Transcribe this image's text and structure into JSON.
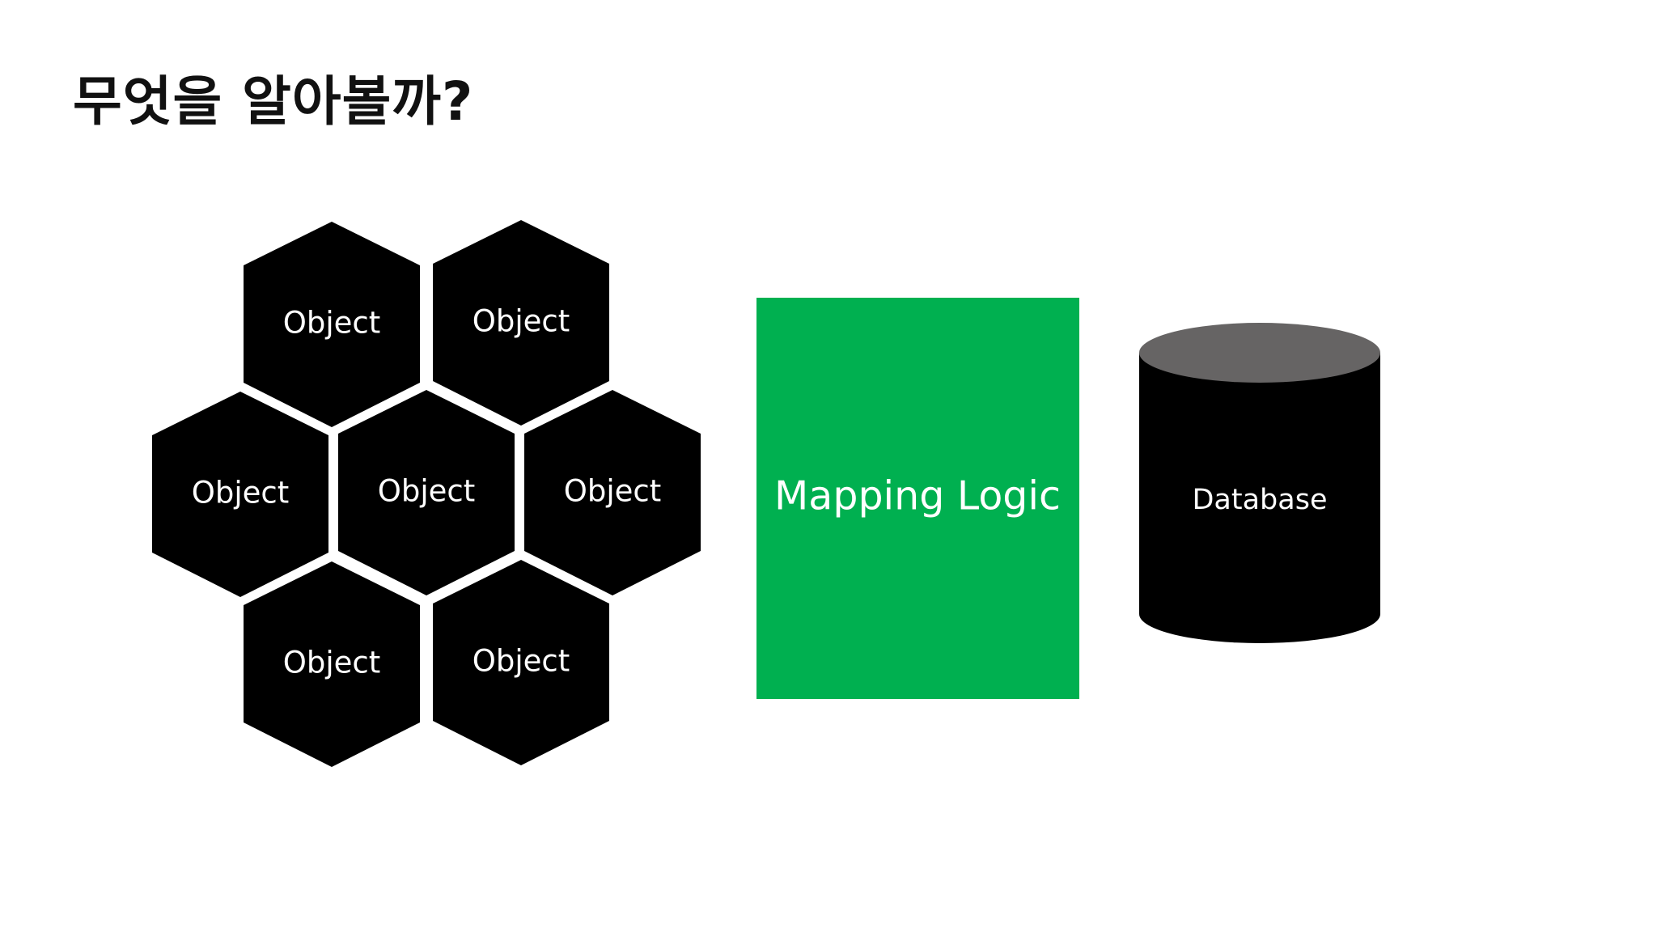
{
  "slide": {
    "title": "무엇을 알아볼까?"
  },
  "objects": [
    {
      "label": "Object"
    },
    {
      "label": "Object"
    },
    {
      "label": "Object"
    },
    {
      "label": "Object"
    },
    {
      "label": "Object"
    },
    {
      "label": "Object"
    },
    {
      "label": "Object"
    }
  ],
  "mapping": {
    "label": "Mapping Logic",
    "color": "#00B050"
  },
  "database": {
    "label": "Database",
    "body_color": "#000000",
    "top_color": "#666464"
  },
  "colors": {
    "hexagon_fill": "#000000",
    "background": "#ffffff",
    "label_text": "#ffffff"
  }
}
